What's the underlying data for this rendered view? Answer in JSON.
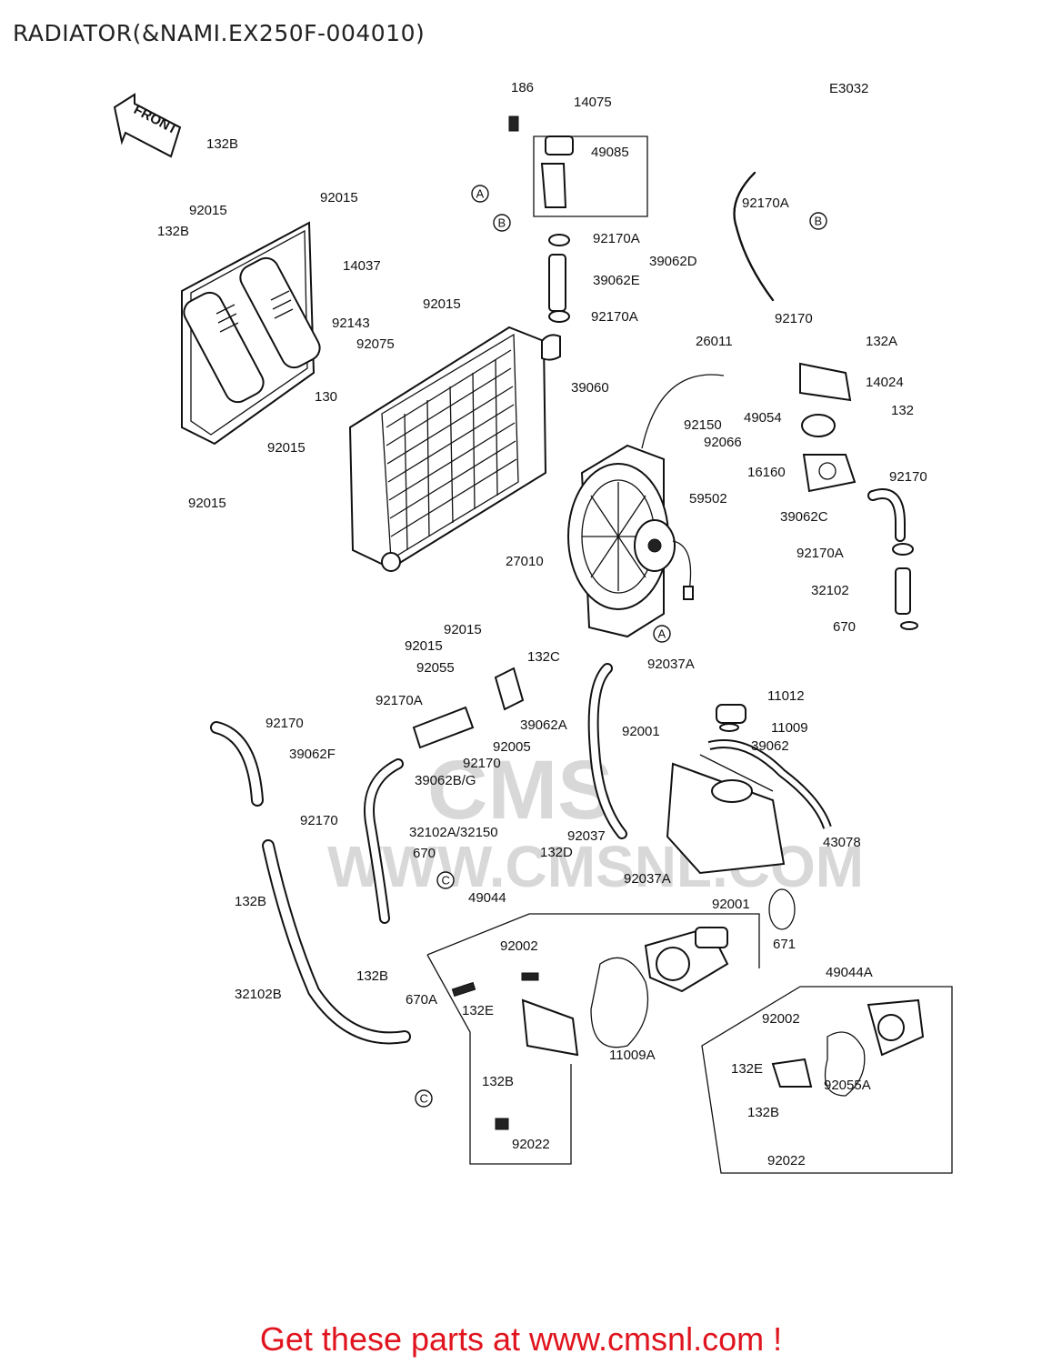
{
  "title": "RADIATOR(&NAMI.EX250F-004010)",
  "diagram_code": "E3032",
  "front_arrow": "FRONT",
  "watermark": "WWW.CMSNL.COM",
  "watermark_logo": "CMS",
  "footer": "Get these parts at www.cmsnl.com !",
  "callouts": [
    "A",
    "B",
    "C"
  ],
  "parts": [
    "186",
    "14075",
    "49085",
    "132B",
    "92015",
    "14037",
    "92170A",
    "39062E",
    "39062D",
    "92143",
    "92075",
    "130",
    "39060",
    "26011",
    "92170",
    "132A",
    "14024",
    "132",
    "49054",
    "92150",
    "92066",
    "16160",
    "59502",
    "39062C",
    "27010",
    "32102",
    "670",
    "92055",
    "132C",
    "92037A",
    "11012",
    "11009",
    "39062A",
    "92005",
    "39062B/G",
    "92001",
    "39062",
    "39062F",
    "32102A/32150",
    "43078",
    "92037",
    "132D",
    "49044",
    "671",
    "92002",
    "670A",
    "132E",
    "32102B",
    "11009A",
    "49044A",
    "92022",
    "92055A"
  ],
  "colors": {
    "footer": "#e0141e",
    "line": "#111111",
    "watermark": "#d8d8d8"
  }
}
